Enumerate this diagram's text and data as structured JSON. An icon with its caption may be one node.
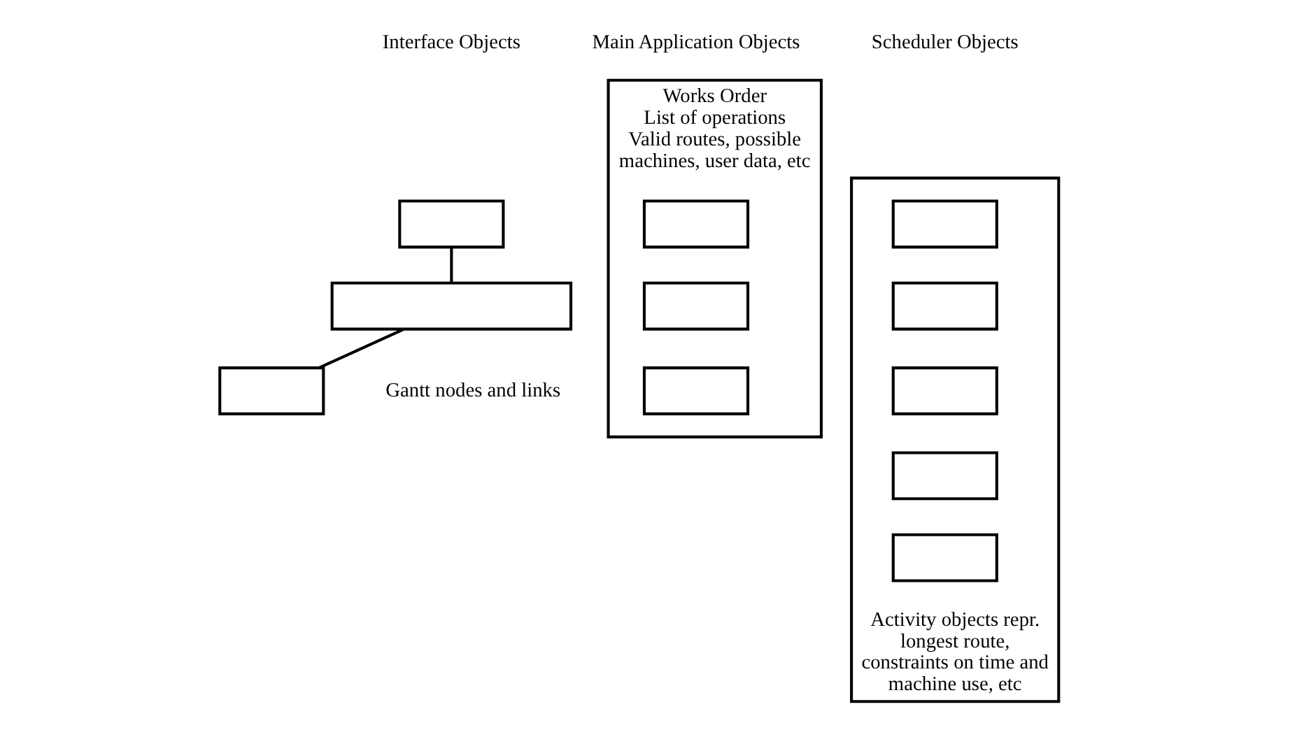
{
  "diagram": {
    "nodes": [
      {
        "text": [],
        "shape": "box"
      },
      {
        "text": [],
        "shape": "box"
      },
      {
        "text": [],
        "shape": "box"
      },
      {
        "text": [
          "Works Order",
          "List of operations",
          "Valid routes, possible machines, user data, etc"
        ]
      },
      {
        "text": [],
        "shape": "box",
        "in": 3
      },
      {
        "text": [],
        "shape": "box",
        "in": 3
      },
      {
        "text": [],
        "shape": "box",
        "in": 3
      },
      {
        "text": [
          "Activity objects repr. longest route, constraints on time and machine use, etc"
        ]
      },
      {
        "text": [],
        "shape": "box",
        "in": 7
      },
      {
        "text": [],
        "shape": "box",
        "in": 7
      },
      {
        "text": [],
        "shape": "box",
        "in": 7
      },
      {
        "text": [],
        "shape": "box",
        "in": 7
      },
      {
        "text": [],
        "shape": "box",
        "in": 7
      }
    ],
    "edges": [
      {
        "from": 0,
        "to": 1,
        "arrow": "none"
      },
      {
        "from": 1,
        "to": 2,
        "arrow": "none"
      }
    ],
    "labels": [
      "Interface Objects",
      "Main Application Objects",
      "Scheduler Objects",
      "Gantt nodes and links"
    ]
  }
}
